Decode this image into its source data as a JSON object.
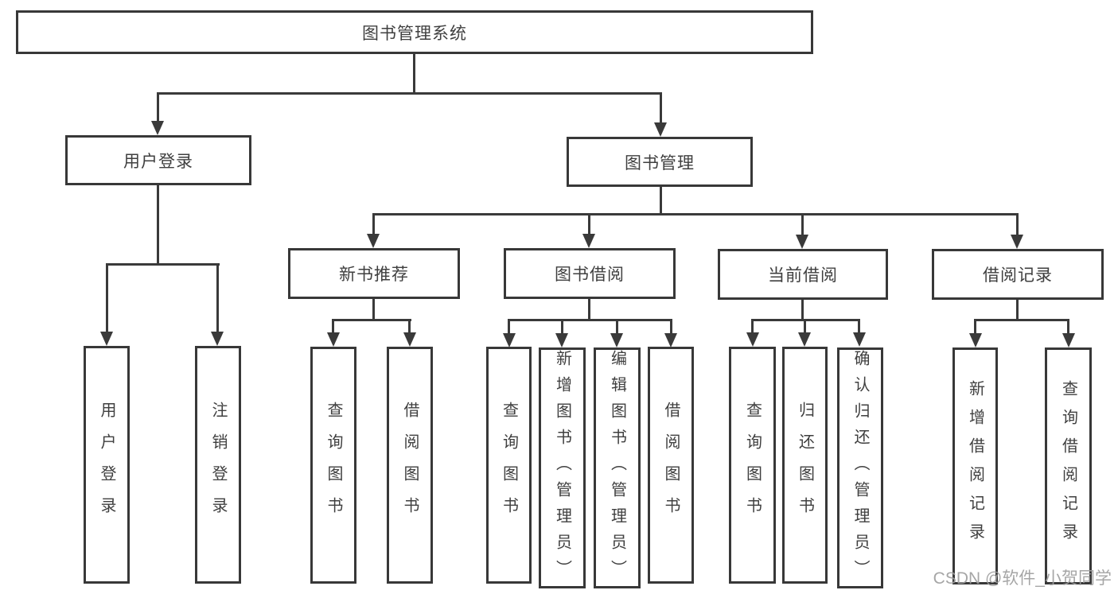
{
  "diagram": {
    "title": "图书管理系统",
    "type": "functional-structure-tree",
    "nodes": {
      "root": {
        "label": "图书管理系统",
        "level": 1,
        "parent": null
      },
      "user_login": {
        "label": "用户登录",
        "level": 2,
        "parent": "root"
      },
      "book_mgmt": {
        "label": "图书管理",
        "level": 2,
        "parent": "root"
      },
      "new_book_rec": {
        "label": "新书推荐",
        "level": 3,
        "parent": "book_mgmt"
      },
      "book_borrow": {
        "label": "图书借阅",
        "level": 3,
        "parent": "book_mgmt"
      },
      "current_borrow": {
        "label": "当前借阅",
        "level": 3,
        "parent": "book_mgmt"
      },
      "borrow_records": {
        "label": "借阅记录",
        "level": 3,
        "parent": "book_mgmt"
      },
      "ul_login": {
        "label": "用户登录",
        "level": 4,
        "parent": "user_login"
      },
      "ul_logout": {
        "label": "注销登录",
        "level": 4,
        "parent": "user_login"
      },
      "nb_query": {
        "label": "查询图书",
        "level": 4,
        "parent": "new_book_rec"
      },
      "nb_borrow": {
        "label": "借阅图书",
        "level": 4,
        "parent": "new_book_rec"
      },
      "bb_query": {
        "label": "查询图书",
        "level": 4,
        "parent": "book_borrow"
      },
      "bb_add": {
        "label": "新增图书（管理员）",
        "level": 4,
        "parent": "book_borrow"
      },
      "bb_edit": {
        "label": "编辑图书（管理员）",
        "level": 4,
        "parent": "book_borrow"
      },
      "bb_borrow": {
        "label": "借阅图书",
        "level": 4,
        "parent": "book_borrow"
      },
      "cb_query": {
        "label": "查询图书",
        "level": 4,
        "parent": "current_borrow"
      },
      "cb_return": {
        "label": "归还图书",
        "level": 4,
        "parent": "current_borrow"
      },
      "cb_confirm": {
        "label": "确认归还（管理员）",
        "level": 4,
        "parent": "current_borrow"
      },
      "br_add": {
        "label": "新增借阅记录",
        "level": 4,
        "parent": "borrow_records"
      },
      "br_query": {
        "label": "查询借阅记录",
        "level": 4,
        "parent": "borrow_records"
      }
    },
    "colors": {
      "stroke": "#3a3a3a",
      "box_border": "#383838",
      "text": "#3f3f3f",
      "background": "#ffffff",
      "watermark": "#9e9e9e"
    },
    "watermark": {
      "text": "CSDN @软件_小贺同学"
    }
  }
}
